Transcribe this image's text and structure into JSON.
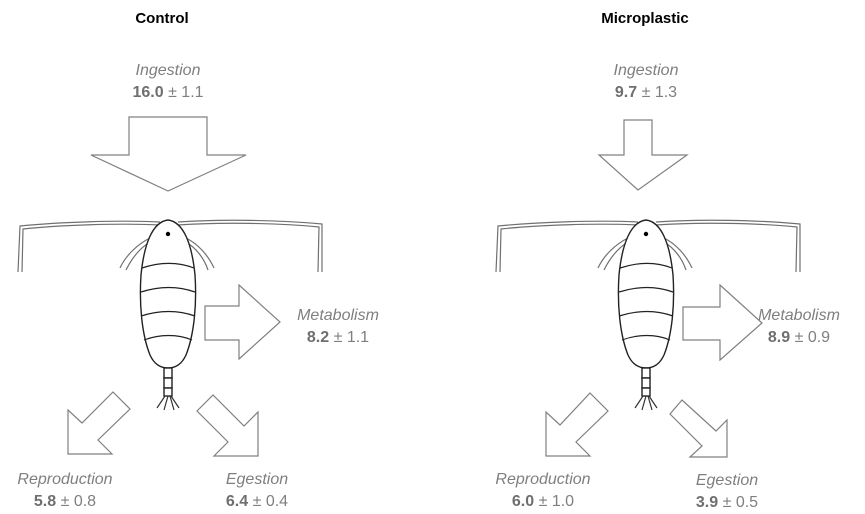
{
  "panels": [
    {
      "title": "Control",
      "ingestion": {
        "label": "Ingestion",
        "mean": "16.0",
        "pm": "± 1.1"
      },
      "metabolism": {
        "label": "Metabolism",
        "mean": "8.2",
        "pm": "± 1.1"
      },
      "reproduction": {
        "label": "Reproduction",
        "mean": "5.8",
        "pm": "± 0.8"
      },
      "egestion": {
        "label": "Egestion",
        "mean": "6.4",
        "pm": "± 0.4"
      }
    },
    {
      "title": "Microplastic",
      "ingestion": {
        "label": "Ingestion",
        "mean": "9.7",
        "pm": "± 1.3"
      },
      "metabolism": {
        "label": "Metabolism",
        "mean": "8.9",
        "pm": "± 0.9"
      },
      "reproduction": {
        "label": "Reproduction",
        "mean": "6.0",
        "pm": "± 1.0"
      },
      "egestion": {
        "label": "Egestion",
        "mean": "3.9",
        "pm": "± 0.5"
      }
    }
  ],
  "colors": {
    "arrow_stroke": "#808080",
    "text": "#7f7f7f",
    "outline": "#222222"
  }
}
